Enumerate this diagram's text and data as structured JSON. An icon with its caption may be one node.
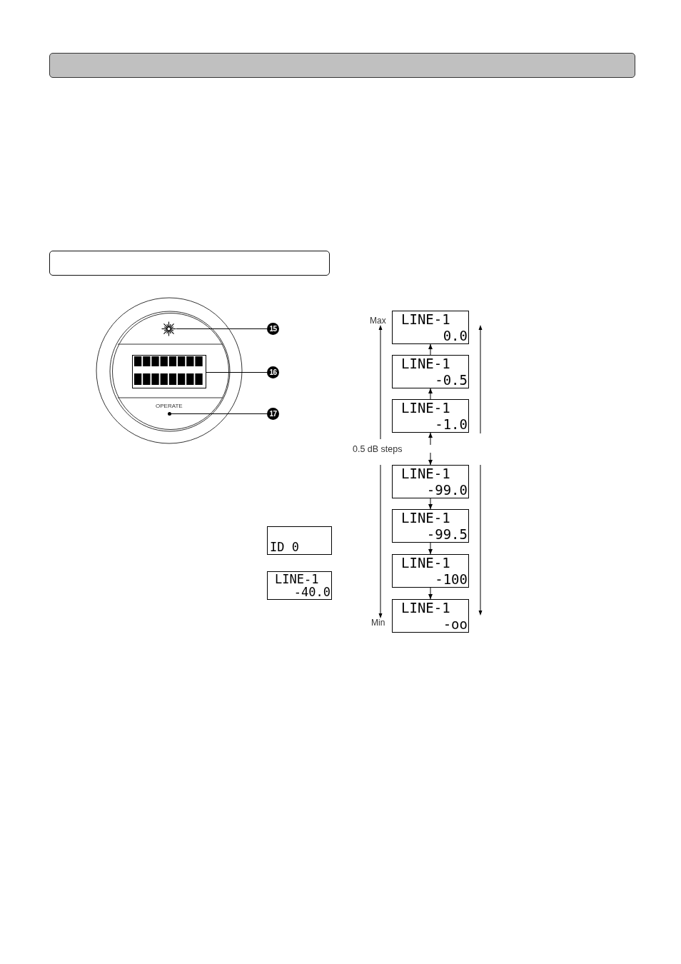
{
  "diagram": {
    "nodes": [
      {
        "text": [],
        "shape": "bar"
      },
      {
        "text": [],
        "shape": "bar"
      },
      {
        "text": [],
        "shape": "picture"
      },
      {
        "text": [
          "15"
        ]
      },
      {
        "text": [],
        "shape": "box"
      },
      {
        "text": [
          "16"
        ]
      },
      {
        "text": [],
        "shape": "circle"
      },
      {
        "text": [
          "17"
        ]
      },
      {
        "text": [
          "ID 0"
        ]
      },
      {
        "text": [
          "LINE-1",
          "-40.0"
        ]
      },
      {
        "text": [
          "LINE-1",
          "0.0"
        ]
      },
      {
        "text": [
          "LINE-1",
          "-0.5"
        ]
      },
      {
        "text": [
          "LINE-1",
          "-1.0"
        ]
      },
      {
        "text": [
          "LINE-1",
          "-99.0"
        ]
      },
      {
        "text": [
          "LINE-1",
          "-99.5"
        ]
      },
      {
        "text": [
          "LINE-1",
          "-100"
        ]
      },
      {
        "text": [
          "LINE-1",
          "-oo"
        ]
      }
    ],
    "edges": [
      {
        "from": 3,
        "to": 2,
        "arrow": "none"
      },
      {
        "from": 5,
        "to": 4,
        "arrow": "none"
      },
      {
        "from": 7,
        "to": 6,
        "arrow": "none"
      },
      {
        "from": 11,
        "to": 10,
        "arrow": "to"
      },
      {
        "from": 12,
        "to": 11,
        "arrow": "to"
      },
      {
        "from": null,
        "to": 12,
        "arrow": "to"
      },
      {
        "from": null,
        "to": 13,
        "arrow": "to"
      },
      {
        "from": 13,
        "to": 14,
        "arrow": "to"
      },
      {
        "from": 14,
        "to": 15,
        "arrow": "to"
      },
      {
        "from": 15,
        "to": 16,
        "arrow": "to"
      }
    ],
    "labels": [
      "OPERATE",
      "Max",
      "0.5 dB steps",
      "Min"
    ]
  }
}
